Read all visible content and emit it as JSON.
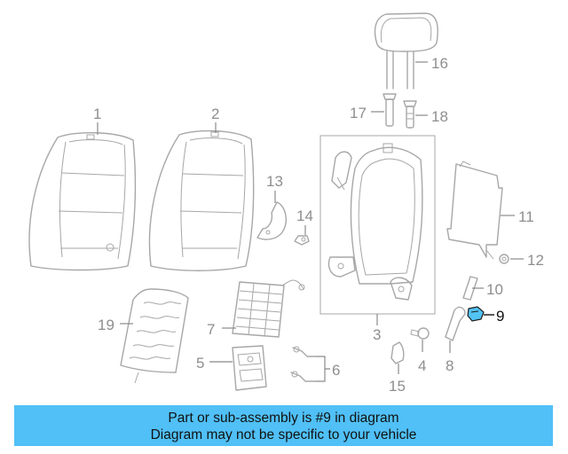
{
  "callouts": {
    "c1": "1",
    "c2": "2",
    "c3": "3",
    "c4": "4",
    "c5": "5",
    "c6": "6",
    "c7": "7",
    "c8": "8",
    "c9": "9",
    "c10": "10",
    "c11": "11",
    "c12": "12",
    "c13": "13",
    "c14": "14",
    "c15": "15",
    "c16": "16",
    "c17": "17",
    "c18": "18",
    "c19": "19"
  },
  "highlighted_part": "9",
  "colors": {
    "highlight": "#52c3f2",
    "banner": "#50c0f7",
    "linework": "#a7a7a7"
  },
  "banner": {
    "line1": "Part or sub-assembly is #9 in diagram",
    "line2": "Diagram may not be specific to your vehicle"
  }
}
